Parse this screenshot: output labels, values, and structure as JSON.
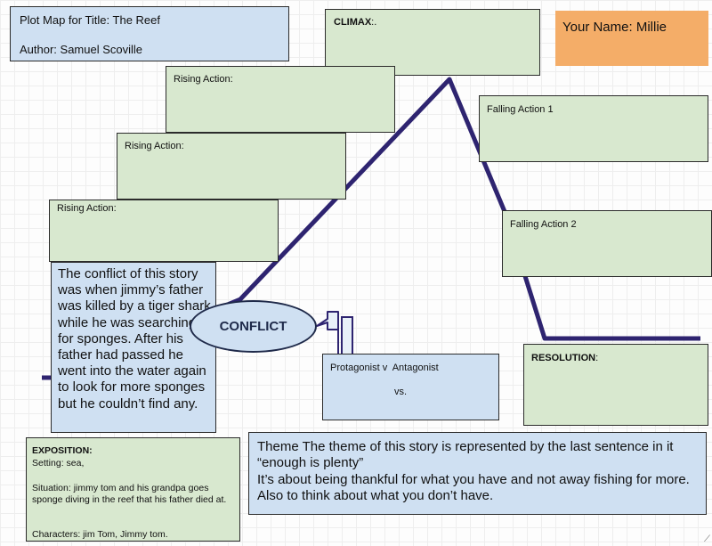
{
  "title_box": {
    "title": "Plot Map for Title: The Reef",
    "author": "Author: Samuel Scoville"
  },
  "climax": {
    "label": "CLIMAX",
    "suffix": ":."
  },
  "name_box": {
    "text": "Your Name: Millie"
  },
  "rising_action": [
    {
      "label": "Rising Action:"
    },
    {
      "label": "Rising Action:"
    },
    {
      "label": "Rising Action:"
    }
  ],
  "falling_action": [
    {
      "label": "Falling Action 1"
    },
    {
      "label": "Falling Action 2"
    }
  ],
  "conflict": {
    "label": "CONFLICT",
    "text": "The conflict of this story was when jimmy’s father was killed by a tiger shark while he was searching for sponges. After his father had passed he went into the water again to look for more sponges but he couldn’t find any."
  },
  "protagonist": {
    "label": "Protagonist v  Antagonist",
    "vs": "vs."
  },
  "resolution": {
    "label": "RESOLUTION",
    "suffix": ":"
  },
  "exposition": {
    "label": "EXPOSITION:",
    "setting": "Setting: sea,",
    "situation": "Situation: jimmy tom and his grandpa goes sponge diving in the reef that his father died at.",
    "characters": "Characters: jim Tom, Jimmy tom."
  },
  "theme": {
    "line1": "Theme The theme of this story is represented by the last sentence in it “enough is plenty”",
    "line2": "It’s about being thankful for what you have and not away fishing for more. Also to think about what you don’t have."
  },
  "colors": {
    "green": "#d8e8cf",
    "blue": "#cfe0f2",
    "orange": "#f4ad68",
    "plot_line": "#2e2470"
  }
}
